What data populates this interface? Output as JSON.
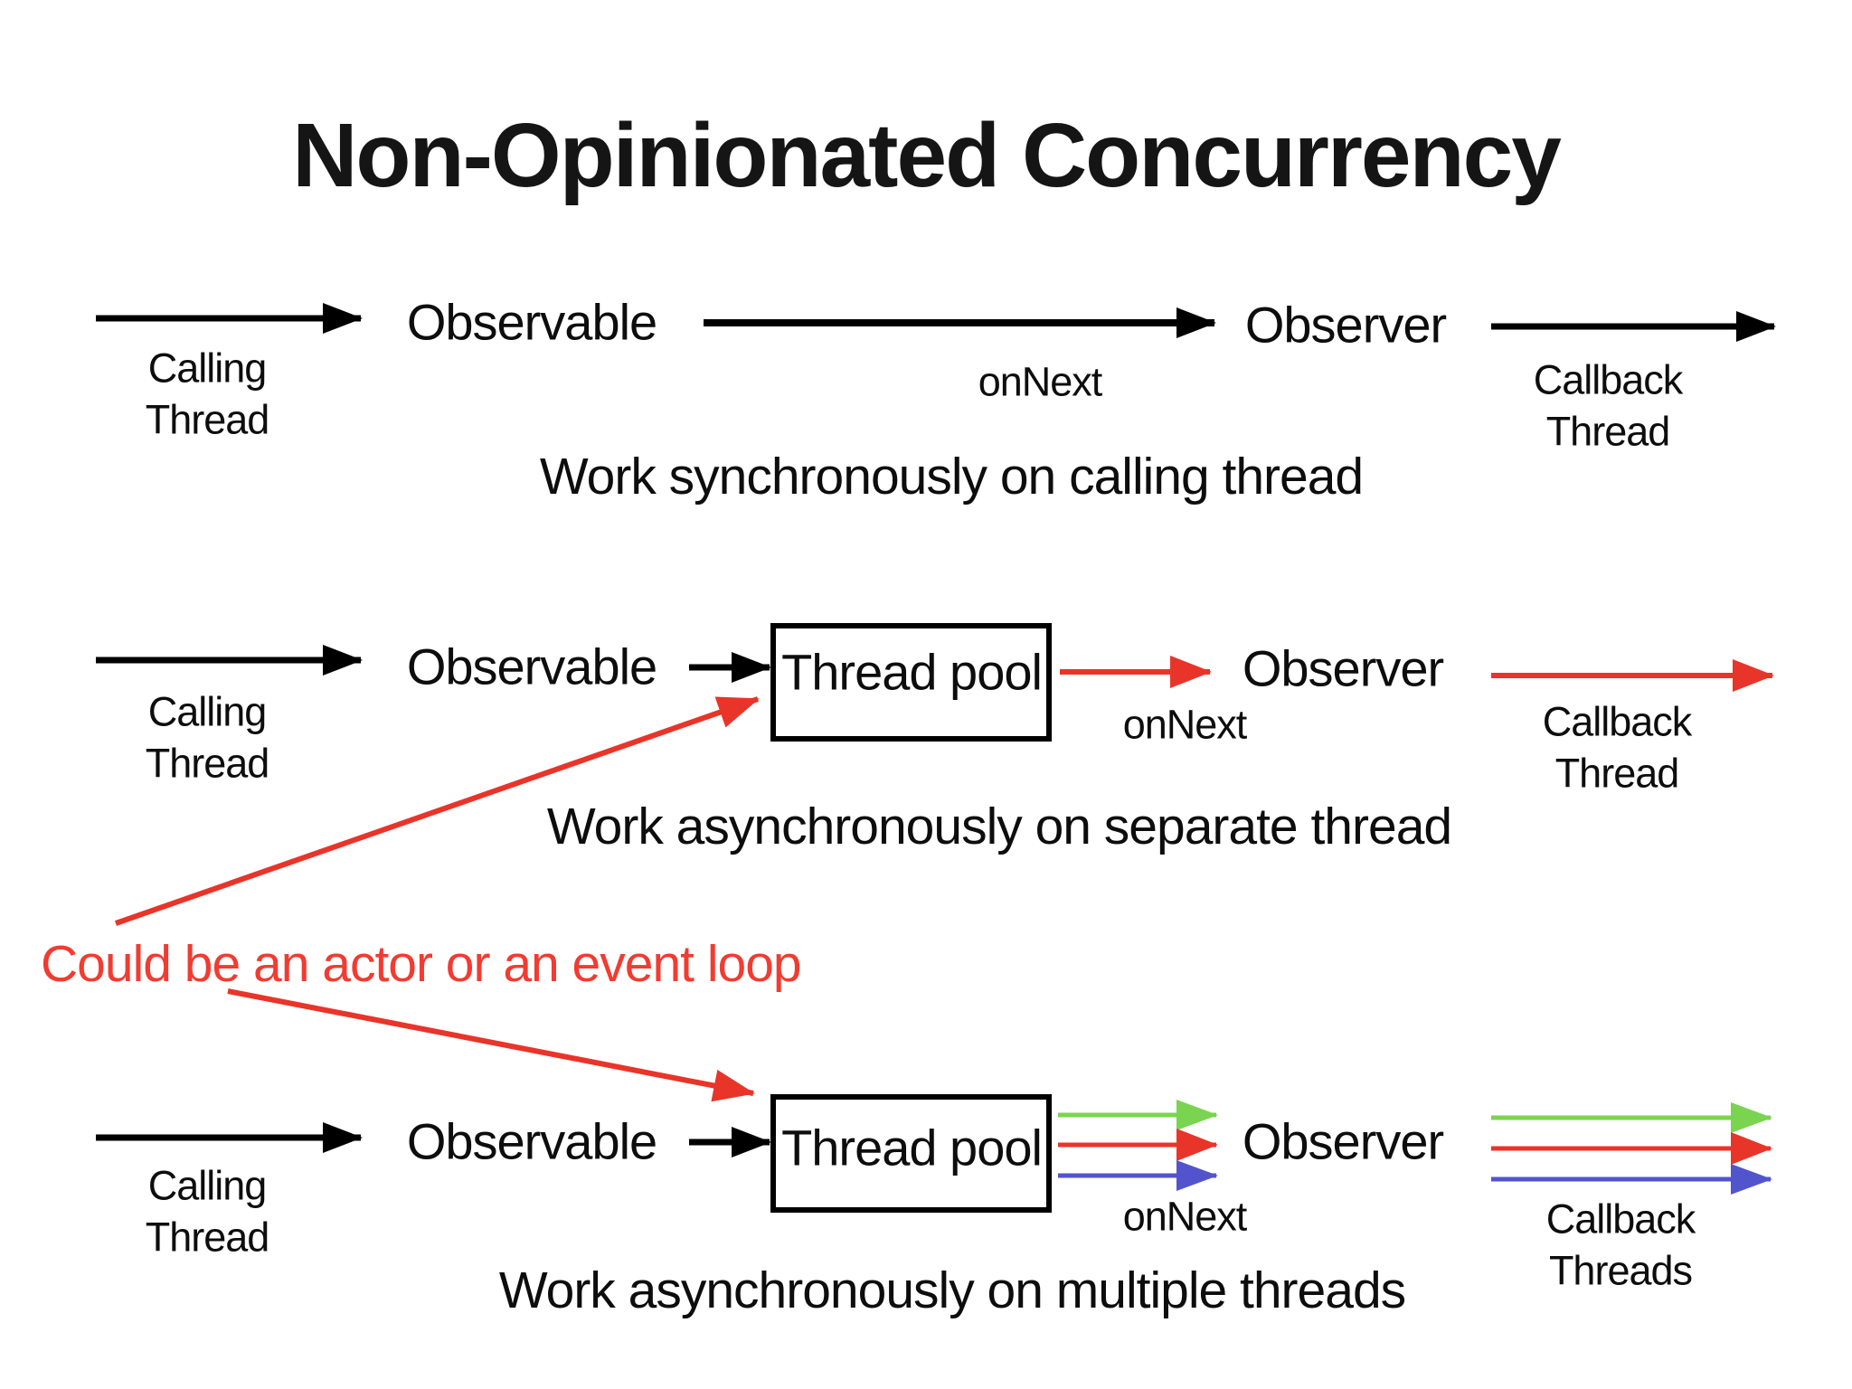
{
  "title": "Non-Opinionated Concurrency",
  "annotation": "Could be an actor or an event loop",
  "rows": [
    {
      "observable": "Observable",
      "observer": "Observer",
      "calling_thread": "Calling\nThread",
      "on_next": "onNext",
      "callback_thread": "Callback\nThread",
      "caption": "Work synchronously on calling thread"
    },
    {
      "observable": "Observable",
      "thread_pool": "Thread pool",
      "observer": "Observer",
      "calling_thread": "Calling\nThread",
      "on_next": "onNext",
      "callback_thread": "Callback\nThread",
      "caption": "Work asynchronously on separate thread"
    },
    {
      "observable": "Observable",
      "thread_pool": "Thread pool",
      "observer": "Observer",
      "calling_thread": "Calling\nThread",
      "on_next": "onNext",
      "callback_thread": "Callback\nThreads",
      "caption": "Work asynchronously on multiple threads"
    }
  ],
  "colors": {
    "arrow_black": "#000000",
    "arrow_red": "#e9342a",
    "annotation_red": "#f23b31",
    "arrow_green": "#7ad450",
    "arrow_blue": "#5254cd"
  }
}
